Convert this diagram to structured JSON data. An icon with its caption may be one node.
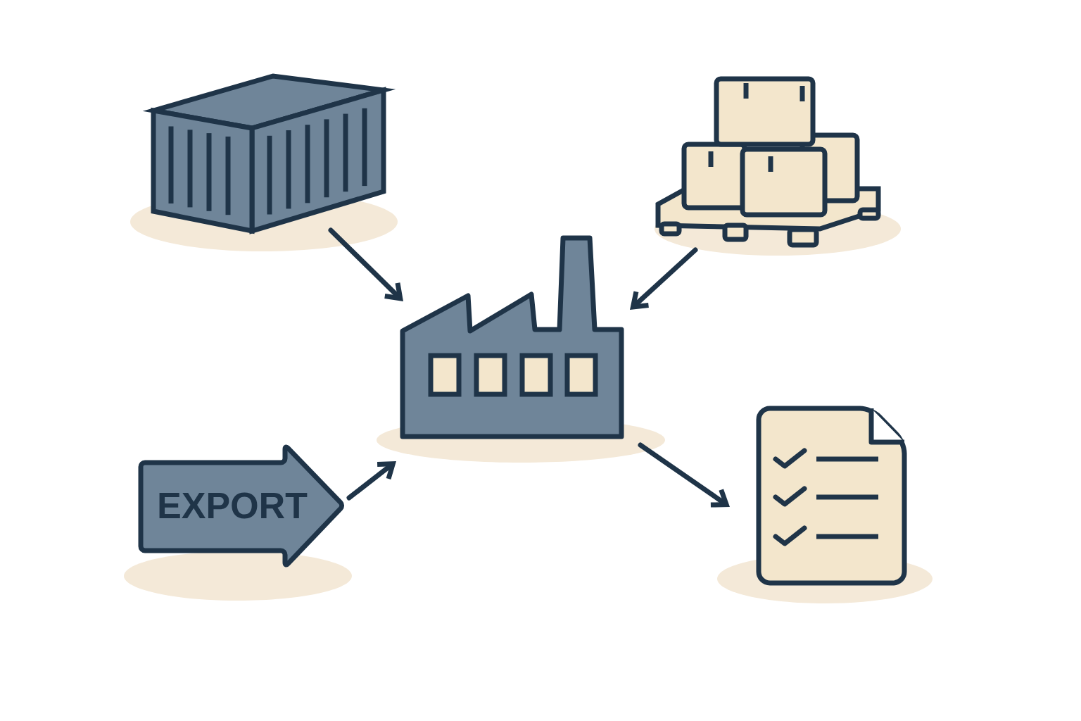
{
  "diagram": {
    "nodes": [
      {
        "text": [],
        "shape": "picture"
      },
      {
        "text": [],
        "shape": "picture"
      },
      {
        "text": [],
        "shape": "picture"
      },
      {
        "text": [
          "EXPORT"
        ]
      },
      {
        "text": [],
        "shape": "picture"
      }
    ],
    "edges": [
      {
        "from": 0,
        "to": 2,
        "arrow": "to"
      },
      {
        "from": 1,
        "to": 2,
        "arrow": "to"
      },
      {
        "from": 3,
        "to": 2,
        "arrow": "to"
      },
      {
        "from": 2,
        "to": 4,
        "arrow": "to"
      }
    ]
  }
}
